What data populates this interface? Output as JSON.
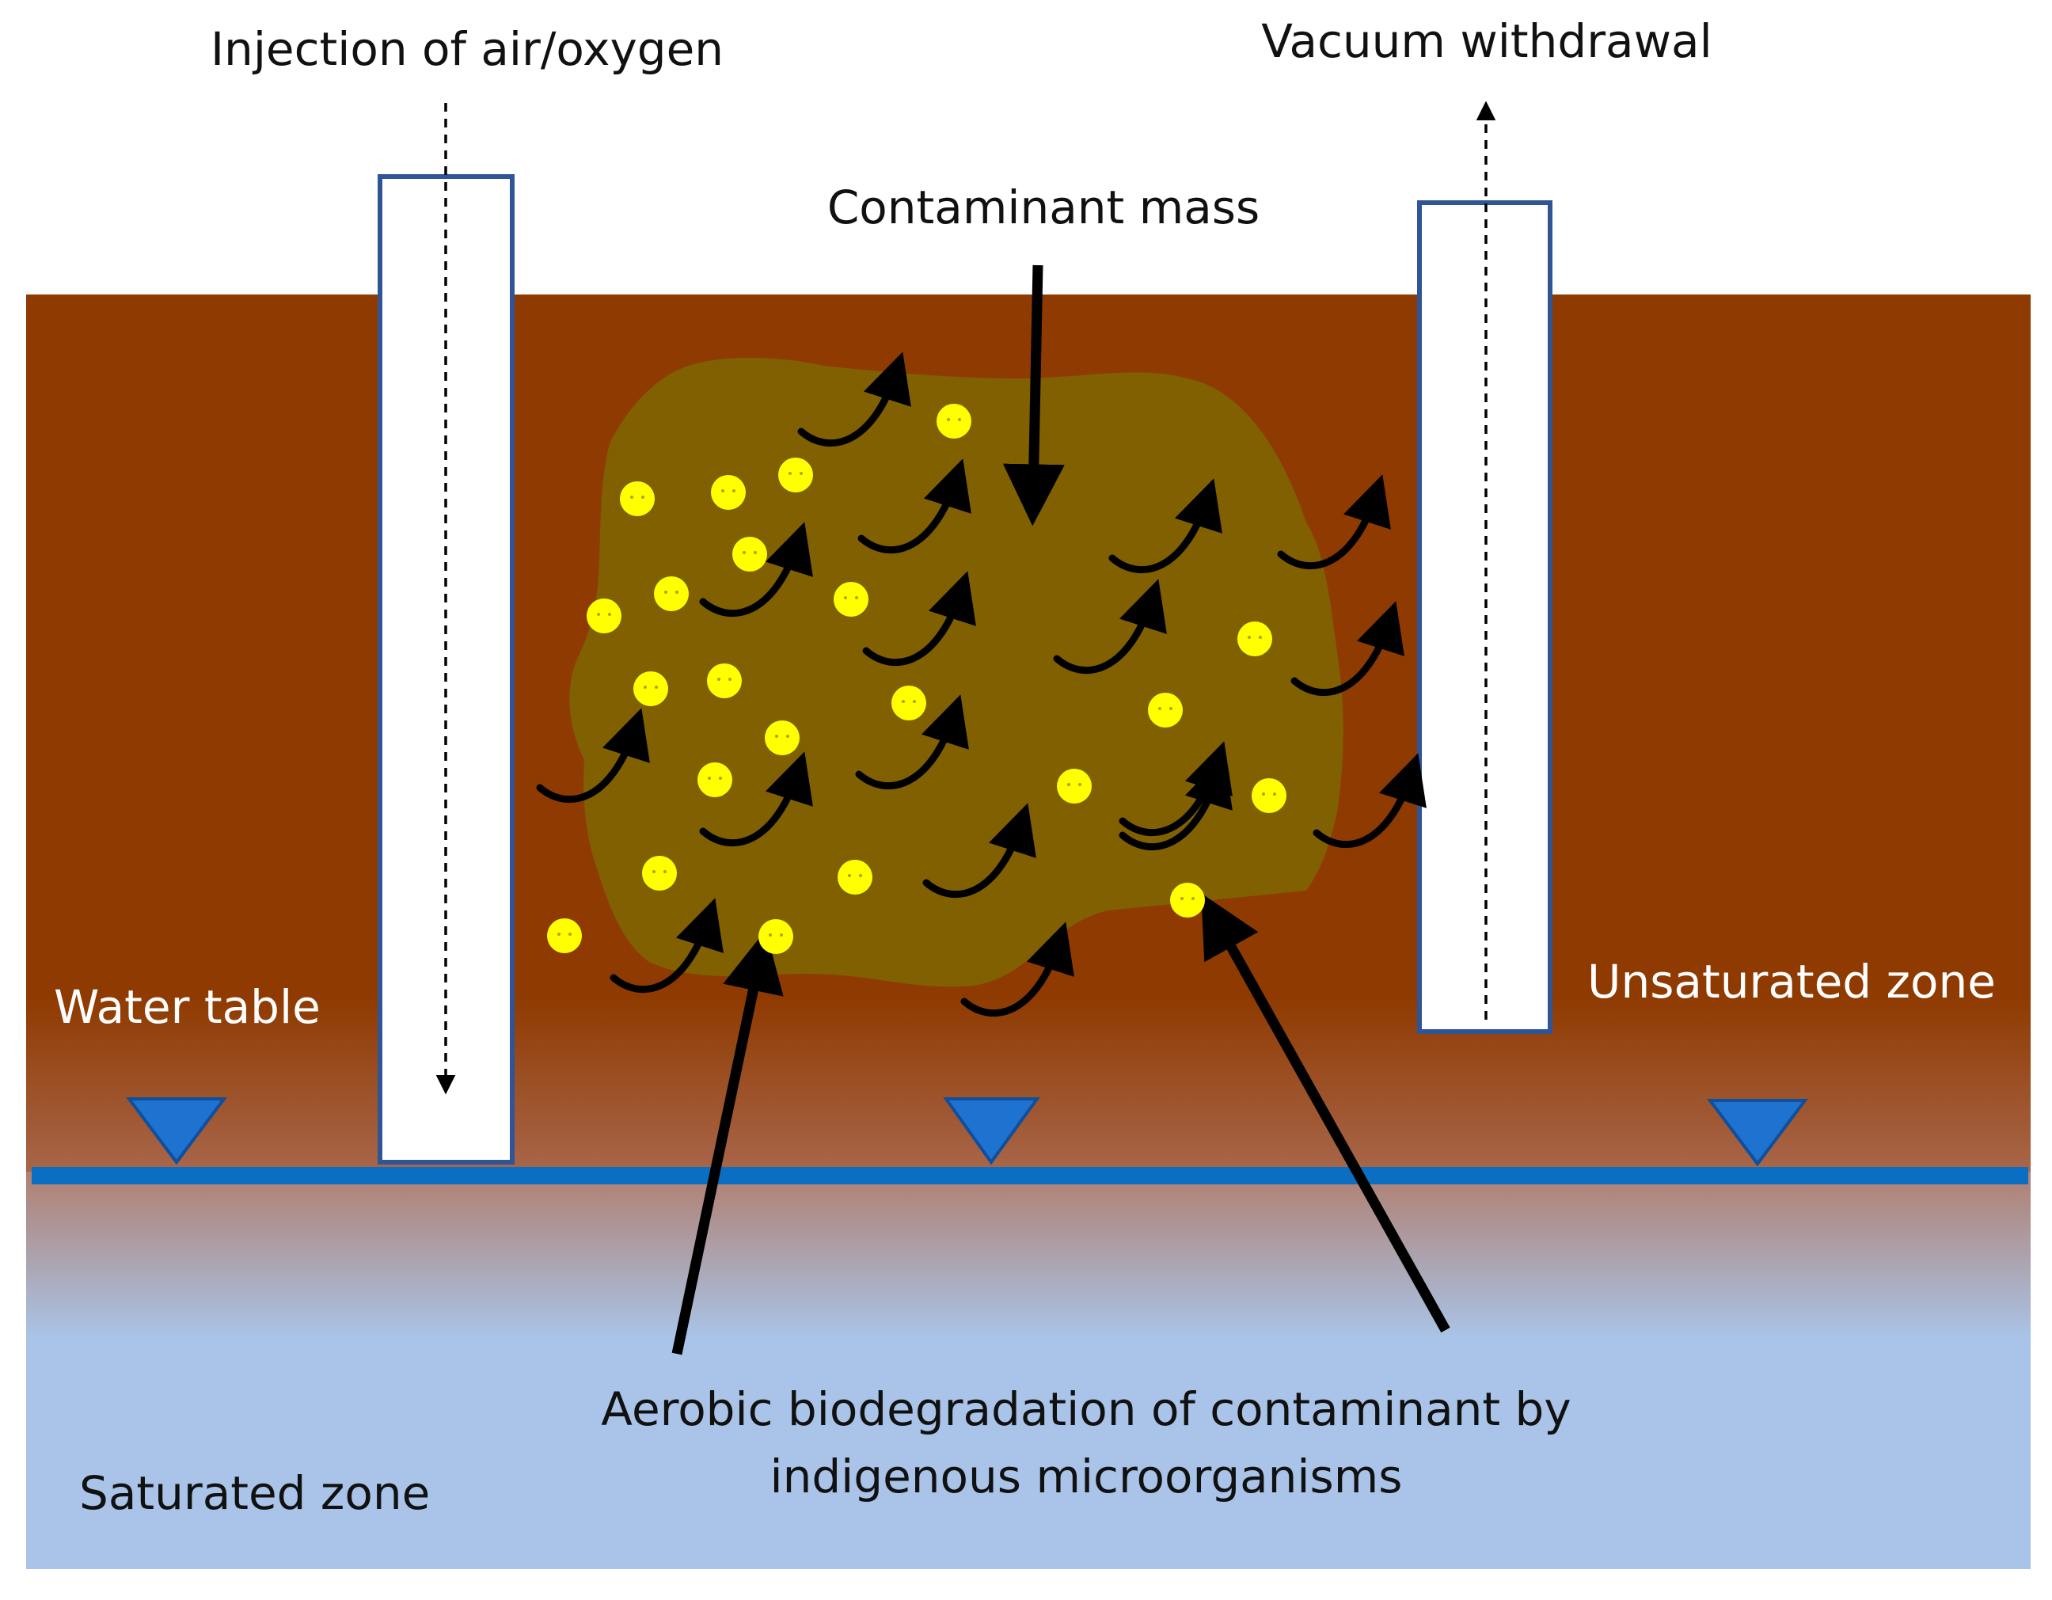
{
  "labels": {
    "injection": "Injection of air/oxygen",
    "vacuum": "Vacuum withdrawal",
    "contaminant_mass": "Contaminant mass",
    "water_table": "Water table",
    "unsaturated_zone": "Unsaturated zone",
    "saturated_zone": "Saturated zone",
    "biodegradation_line1": "Aerobic biodegradation of contaminant by",
    "biodegradation_line2": "indigenous microorganisms"
  },
  "colors": {
    "soil": "#8f3a00",
    "contaminant": "#806000",
    "water_line": "#0a6fc2",
    "saturated_top": "#b07f70",
    "saturated_bottom": "#a9c4e8",
    "well_border": "#2f5597",
    "microorganism": "#ffff00",
    "water_table_marker": "#1f73d0",
    "arrow": "#000000"
  },
  "icons": {
    "microorganism": "yellow-circle-icon",
    "oxygen_flow": "curved-arrow-icon",
    "water_table_marker": "inverted-triangle-icon"
  }
}
